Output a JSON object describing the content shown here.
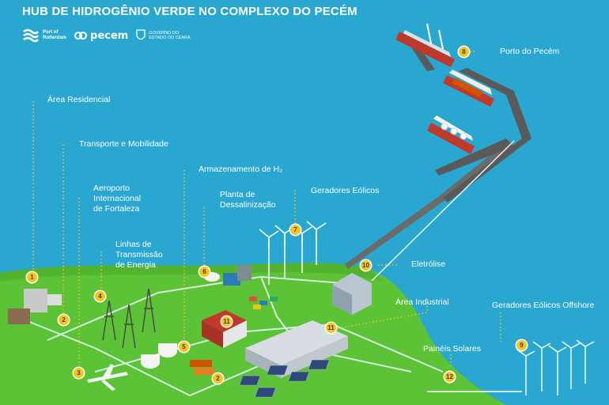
{
  "title": "HUB DE HIDROGÊNIO VERDE NO COMPLEXO DO PECÉM",
  "logos": {
    "rotterdam": "Port of\nRotterdam",
    "pecem": "pecem",
    "ceara": "GOVERNO DO\nESTADO DO CEARÁ"
  },
  "labels": {
    "residencial": "Área Residencial",
    "transporte": "Transporte e Mobilidade",
    "aeroporto": "Aeroporto\nInternacional\nde Fortaleza",
    "linhas": "Linhas de\nTransmissão\nde Energia",
    "armazenamento": "Armazenamento de H₂",
    "planta": "Planta de\nDessalinização",
    "eolicos": "Geradores Eólicos",
    "porto": "Porto do Pecém",
    "eletrolise": "Eletrólise",
    "industrial": "Área Industrial",
    "offshore": "Geradores Eólicos Offshore",
    "solares": "Painéis Solares"
  },
  "badges": {
    "b1": "1",
    "b2a": "2",
    "b2b": "2",
    "b3": "3",
    "b4": "4",
    "b5": "5",
    "b6": "6",
    "b7": "7",
    "b8": "8",
    "b9": "9",
    "b10": "10",
    "b11a": "11",
    "b11b": "11",
    "b12": "12"
  },
  "colors": {
    "sea": "#2aa7d1",
    "land": "#5cc236",
    "badge": "#f5c51c",
    "leader": "#f5c51c",
    "road": "#d9eaf2"
  }
}
